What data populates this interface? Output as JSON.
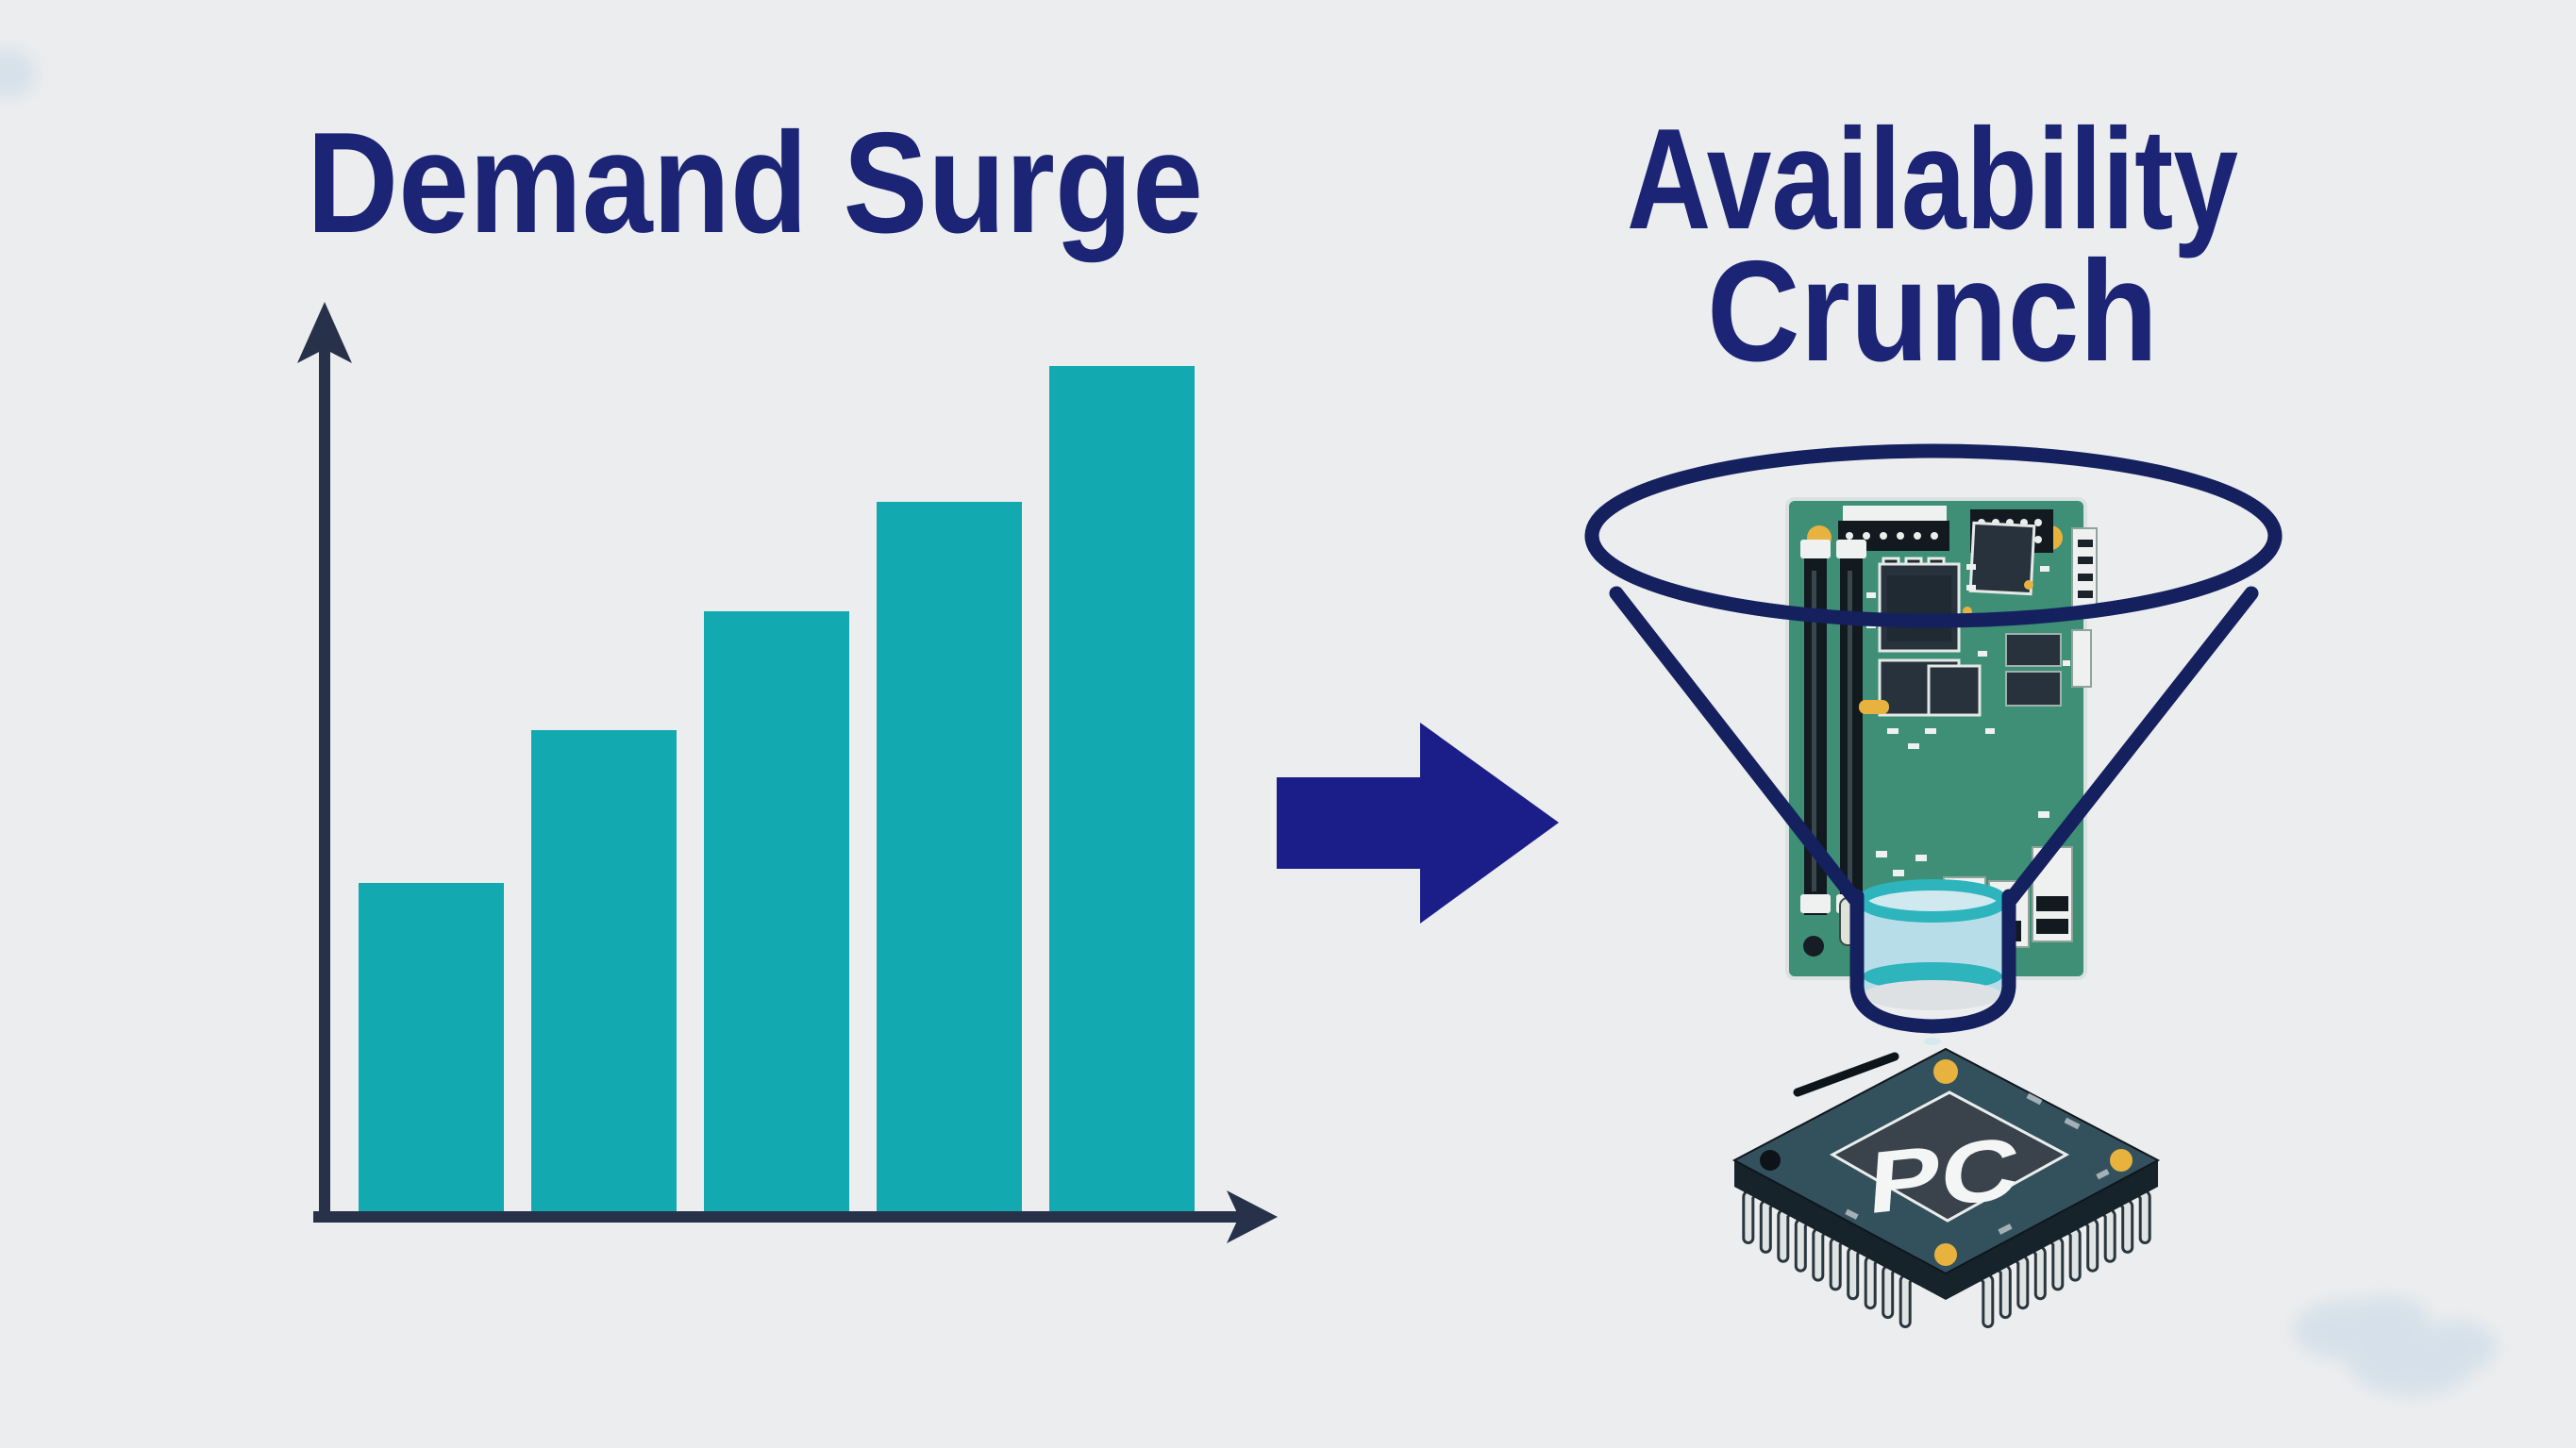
{
  "illustration": {
    "description": "Two-panel infographic: rising demand bar chart feeding (via arrow) a funnel of PC hardware that narrows to a small output chip",
    "left_panel": {
      "title": "Demand Surge"
    },
    "flow_arrow": {
      "direction": "right",
      "color": "#1b1e88"
    },
    "right_panel": {
      "title_line1": "Availability",
      "title_line2": "Crunch",
      "funnel_content": "circuit-board",
      "chip_label": "PC"
    }
  },
  "chart_data": {
    "type": "bar",
    "title": "Demand Surge",
    "categories": [
      "",
      "",
      "",
      "",
      ""
    ],
    "values": [
      39,
      57,
      71,
      84,
      100
    ],
    "value_unit": "percent of tallest bar (no tick labels shown in image)",
    "xlabel": "",
    "ylabel": "",
    "axis_arrows": true,
    "gridlines": false,
    "legend": "none",
    "bar_color": "#12a9b1",
    "axis_color": "#27324a"
  },
  "colors": {
    "background": "#ecedee",
    "title": "#1c2476",
    "bar": "#12a9b1",
    "axis": "#27324a",
    "arrow": "#1b1e88",
    "funnel_outline": "#15215f",
    "cylinder_body": "#b7dee8",
    "cylinder_top": "#cfe9ef",
    "cylinder_rim": "#2db4bd",
    "cylinder_bottom": "#dde1e3",
    "pcb": "#3e8f76",
    "pcb_dark": "#28323c",
    "slot": "#121a20",
    "gold": "#e8b23e",
    "component_light": "#eef1ef",
    "port_teal": "#28b0b8",
    "chip_top": "#33515d",
    "chip_side": "#16232b",
    "chip_inner": "#3a434b",
    "pin": "#dfe3e3"
  }
}
